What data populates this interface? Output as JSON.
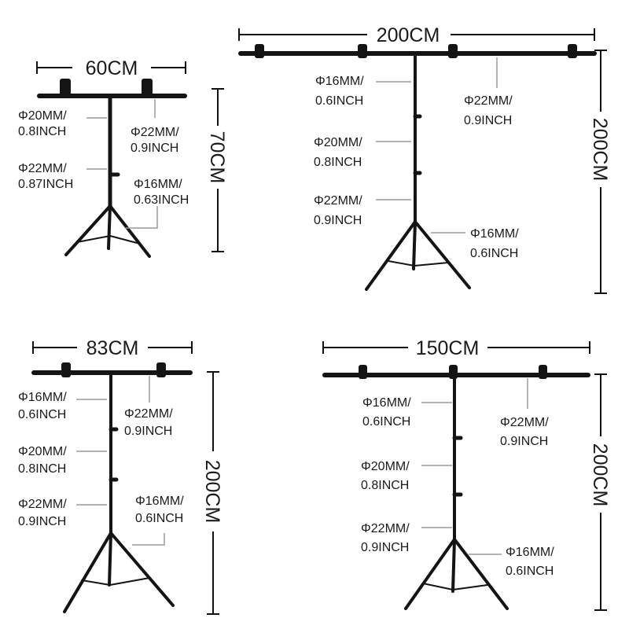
{
  "colors": {
    "metal": "#141414",
    "dim_line": "#111111",
    "leader": "#9a9a9a",
    "text": "#1a1a1a"
  },
  "stands": [
    {
      "name": "small-60",
      "width_label": "60CM",
      "height_label": "70CM",
      "specs": [
        {
          "line1": "Φ20MM/",
          "line2": "0.8INCH"
        },
        {
          "line1": "Φ22MM/",
          "line2": "0.9INCH"
        },
        {
          "line1": "Φ22MM/",
          "line2": "0.87INCH"
        },
        {
          "line1": "Φ16MM/",
          "line2": "0.63INCH"
        }
      ]
    },
    {
      "name": "large-200",
      "width_label": "200CM",
      "height_label": "200CM",
      "specs": [
        {
          "line1": "Φ16MM/",
          "line2": "0.6INCH"
        },
        {
          "line1": "Φ22MM/",
          "line2": "0.9INCH"
        },
        {
          "line1": "Φ20MM/",
          "line2": "0.8INCH"
        },
        {
          "line1": "Φ22MM/",
          "line2": "0.9INCH"
        },
        {
          "line1": "Φ16MM/",
          "line2": "0.6INCH"
        }
      ]
    },
    {
      "name": "medium-83",
      "width_label": "83CM",
      "height_label": "200CM",
      "specs": [
        {
          "line1": "Φ16MM/",
          "line2": "0.6INCH"
        },
        {
          "line1": "Φ22MM/",
          "line2": "0.9INCH"
        },
        {
          "line1": "Φ20MM/",
          "line2": "0.8INCH"
        },
        {
          "line1": "Φ22MM/",
          "line2": "0.9INCH"
        },
        {
          "line1": "Φ16MM/",
          "line2": "0.6INCH"
        }
      ]
    },
    {
      "name": "large-150",
      "width_label": "150CM",
      "height_label": "200CM",
      "specs": [
        {
          "line1": "Φ16MM/",
          "line2": "0.6INCH"
        },
        {
          "line1": "Φ22MM/",
          "line2": "0.9INCH"
        },
        {
          "line1": "Φ20MM/",
          "line2": "0.8INCH"
        },
        {
          "line1": "Φ22MM/",
          "line2": "0.9INCH"
        },
        {
          "line1": "Φ16MM/",
          "line2": "0.6INCH"
        }
      ]
    }
  ]
}
